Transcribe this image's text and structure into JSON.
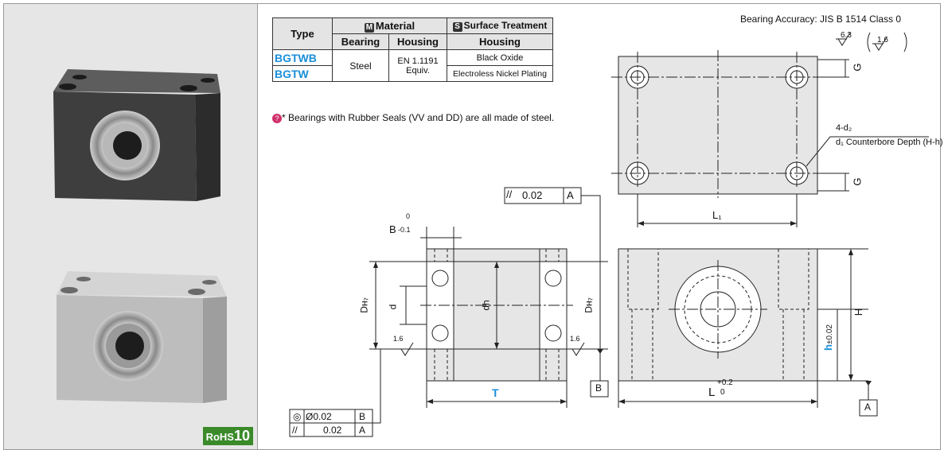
{
  "table": {
    "type_header": "Type",
    "material_header": "Material",
    "material_badge": "M",
    "surface_header": "Surface Treatment",
    "surface_badge": "S",
    "bearing_col": "Bearing",
    "housing_col": "Housing",
    "housing_col2": "Housing",
    "rows": [
      {
        "type": "BGTWB",
        "surface": "Black Oxide"
      },
      {
        "type": "BGTW",
        "surface": "Electroless Nickel Plating"
      }
    ],
    "bearing_value": "Steel",
    "housing_value_1": "EN 1.1191",
    "housing_value_2": "Equiv."
  },
  "note": "* Bearings with Rubber Seals (VV and DD) are all made of steel.",
  "note_icon": "?",
  "accuracy": "Bearing Accuracy: JIS  B  1514  Class 0",
  "roughness_main": "6.3",
  "roughness_alt": "1.6",
  "drawing": {
    "G": "G",
    "hole_spec_1": "4-d₂",
    "hole_spec_2": "d₁ Counterbore Depth (H-h)",
    "L1": "L₁",
    "parallel_tol": "0.02",
    "datum_A": "A",
    "datum_B": "B",
    "B_dim": "B",
    "B_tol_upper": "0",
    "B_tol_lower": "-0.1",
    "DH7": "Dʜ₇",
    "d": "d",
    "dh": "dh",
    "roughness_bore": "1.6",
    "T": "T",
    "L": "L",
    "L_tol_upper": "+0.2",
    "L_tol_lower": "0",
    "H": "H",
    "h": "h",
    "h_tol": "±0.02",
    "concentric_tol": "Ø0.02",
    "parallel_tol2": "0.02"
  },
  "rohs": {
    "prefix": "RoHS",
    "num": "10"
  },
  "colors": {
    "accent_blue": "#1a8fd8",
    "rohs_green": "#3a8a2a"
  }
}
